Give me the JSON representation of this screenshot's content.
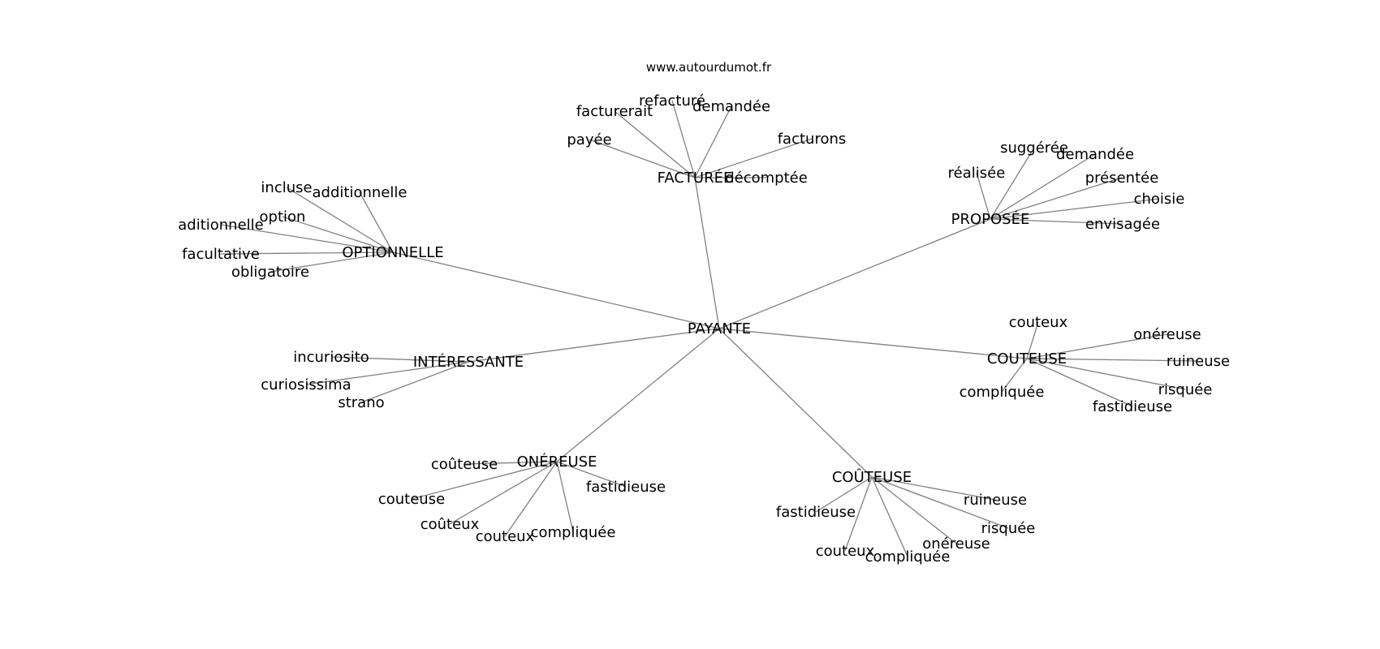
{
  "source_url": "www.autourdumot.fr",
  "center": "PAYANTE",
  "branches": [
    {
      "label": "FACTURÉE",
      "words": [
        "refacturé",
        "facturerait",
        "demandée",
        "payée",
        "facturons",
        "décomptée"
      ]
    },
    {
      "label": "PROPOSÉE",
      "words": [
        "suggérée",
        "demandée",
        "réalisée",
        "présentée",
        "choisie",
        "envisagée"
      ]
    },
    {
      "label": "OPTIONNELLE",
      "words": [
        "incluse",
        "additionnelle",
        "option",
        "aditionnelle",
        "facultative",
        "obligatoire"
      ]
    },
    {
      "label": "INTÉRESSANTE",
      "words": [
        "incuriosito",
        "curiosissima",
        "strano"
      ]
    },
    {
      "label": "COUTEUSE",
      "words": [
        "couteux",
        "onéreuse",
        "ruineuse",
        "compliquée",
        "risquée",
        "fastidieuse"
      ]
    },
    {
      "label": "ONÉREUSE",
      "words": [
        "coûteuse",
        "fastidieuse",
        "couteuse",
        "coûteux",
        "couteux",
        "compliquée"
      ]
    },
    {
      "label": "COÛTEUSE",
      "words": [
        "fastidieuse",
        "ruineuse",
        "risquée",
        "onéreuse",
        "couteux",
        "compliquée"
      ]
    }
  ]
}
